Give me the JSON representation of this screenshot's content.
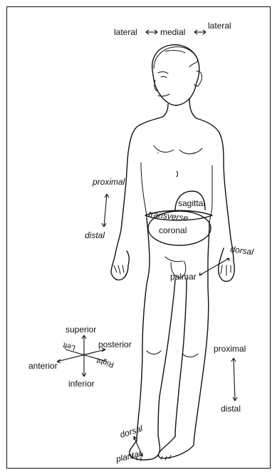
{
  "labels": {
    "lateral_left": "lateral",
    "medial": "medial",
    "lateral_right": "lateral",
    "proximal_arm": "proximal",
    "distal_arm": "distal",
    "sagittal": "sagittal",
    "transverse": "transverse",
    "coronal": "coronal",
    "dorsal_hand": "dorsal",
    "palmar": "palmar",
    "superior": "superior",
    "posterior": "posterior",
    "anterior": "anterior",
    "inferior": "inferior",
    "left_axis": "Left",
    "right_axis": "Right",
    "proximal_leg": "proximal",
    "distal_leg": "distal",
    "dorsal_foot": "dorsal",
    "plantar": "plantar"
  }
}
